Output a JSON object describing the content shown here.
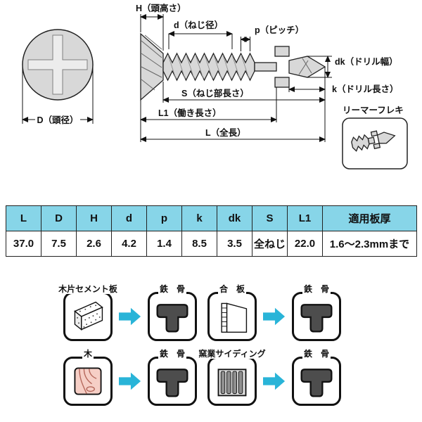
{
  "colors": {
    "accent_cyan": "#29b4d8",
    "table_header_bg": "#87d5e8",
    "steel_gray": "#4d4d4d",
    "wood_pink": "#f6cfc6"
  },
  "diagram": {
    "dim_H": "H（頭高さ）",
    "dim_d": "d（ねじ径）",
    "dim_p": "p（ピッチ）",
    "dim_dk": "dk（ドリル幅）",
    "dim_k": "k（ドリル長さ）",
    "dim_S": "S（ねじ部長さ）",
    "dim_L1": "L1（働き長さ）",
    "dim_L": "L（全長）",
    "dim_D": "D（頭径）",
    "reamer_label": "リーマーフレキ"
  },
  "spec_table": {
    "headers": [
      "L",
      "D",
      "H",
      "d",
      "p",
      "k",
      "dk",
      "S",
      "L1",
      "適用板厚"
    ],
    "values": [
      "37.0",
      "7.5",
      "2.6",
      "4.2",
      "1.4",
      "8.5",
      "3.5",
      "全ねじ",
      "22.0",
      "1.6～2.3mmまで"
    ]
  },
  "applications": [
    {
      "source": "木片セメント板",
      "target": "鉄　骨"
    },
    {
      "source": "合　板",
      "target": "鉄　骨"
    },
    {
      "source": "木",
      "target": "鉄　骨"
    },
    {
      "source": "窯業サイディング",
      "target": "鉄　骨"
    }
  ]
}
